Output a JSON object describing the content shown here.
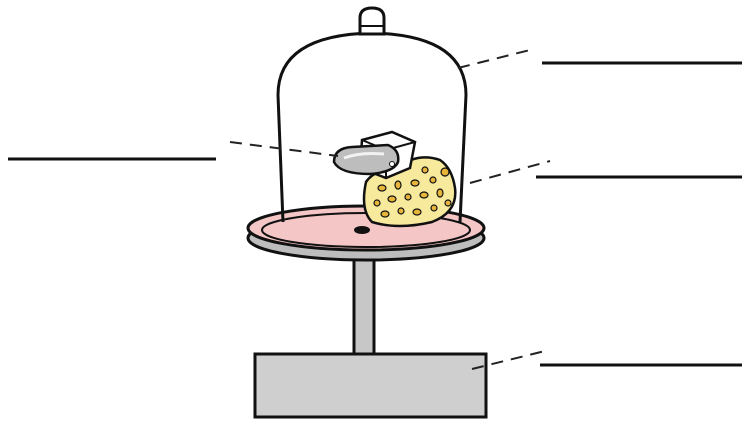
{
  "diagram": {
    "labels": [
      {
        "id": "bell-jar",
        "text": ""
      },
      {
        "id": "mineral-sample",
        "text": ""
      },
      {
        "id": "sponge",
        "text": ""
      },
      {
        "id": "pump-base",
        "text": ""
      }
    ],
    "icons": {
      "bell_jar": "bell-jar-icon",
      "plate": "vacuum-plate-icon",
      "sponge": "sponge-icon",
      "mineral": "mineral-sample-icon",
      "base": "pump-base-icon"
    },
    "colors": {
      "outline": "#111111",
      "plate_fill": "#f5c6c6",
      "plate_rim": "#c9c9c9",
      "sponge_fill": "#f7ea9c",
      "sponge_holes": "#e6b53a",
      "metal": "#bdbdbd",
      "mineral_top": "#f2f2f2",
      "base_fill": "#cfcfcf"
    }
  }
}
